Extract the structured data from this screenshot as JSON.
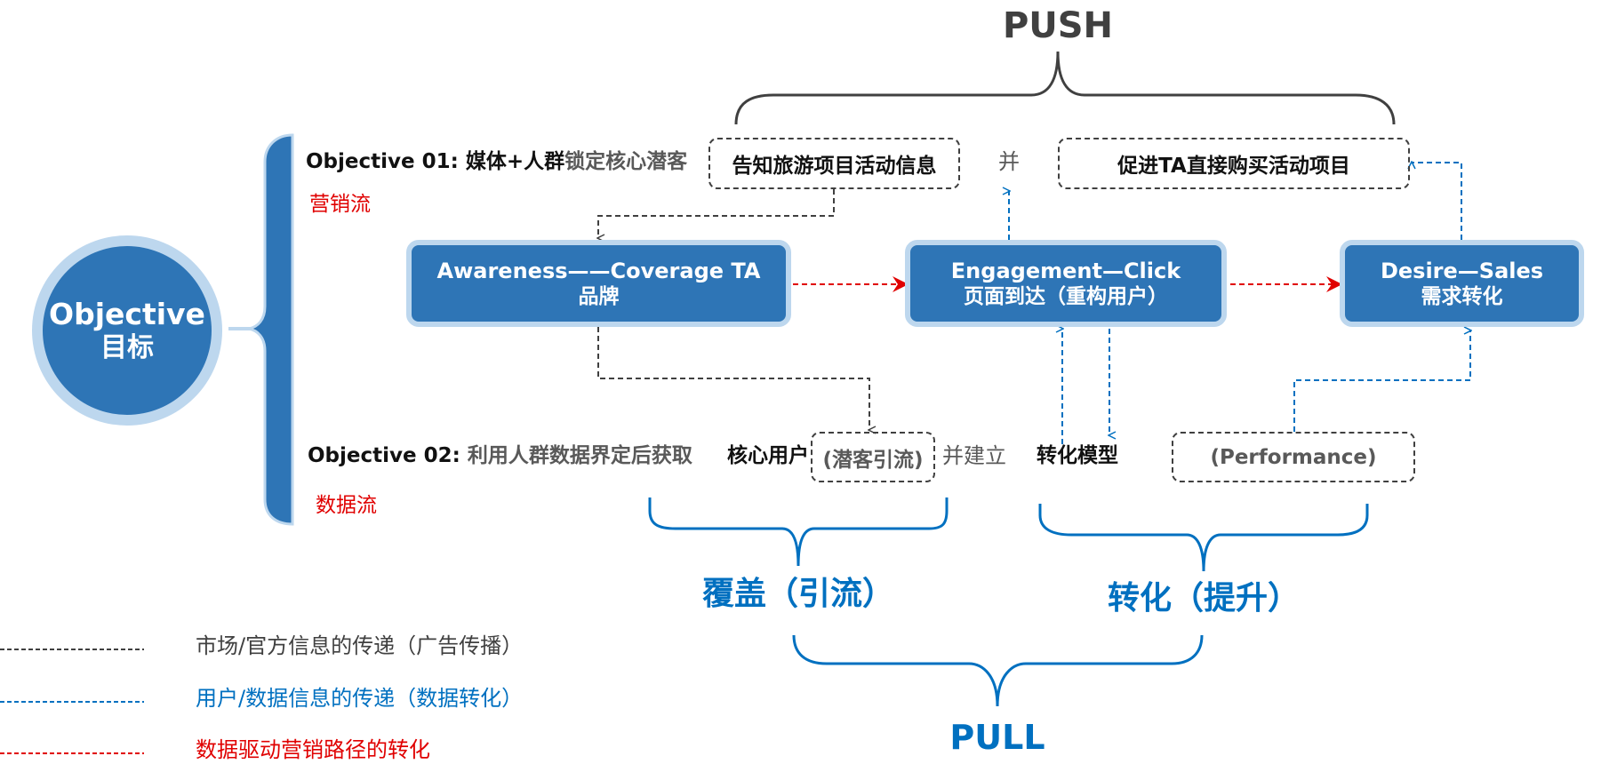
{
  "push_label": "PUSH",
  "pull_label": "PULL",
  "center": {
    "line1": "Objective",
    "line2": "目标"
  },
  "objective01": {
    "prefix": "Objective 01: ",
    "bold_part": "媒体+人群",
    "gray_part": "锁定核心潜客",
    "flow": "营销流"
  },
  "objective02": {
    "prefix": "Objective 02: ",
    "gray_part": "利用人群数据界定后获取",
    "core_user": "核心用户",
    "middle": "并建立",
    "model": "转化模型",
    "flow": "数据流"
  },
  "top_boxes": {
    "inform": "告知旅游项目活动信息",
    "and": "并",
    "promote": "促进TA直接购买活动项目"
  },
  "stages": [
    {
      "title": "Awareness——Coverage TA",
      "subtitle": "品牌"
    },
    {
      "title": "Engagement—Click",
      "subtitle": "页面到达（重构用户）"
    },
    {
      "title": "Desire—Sales",
      "subtitle": "需求转化"
    }
  ],
  "bottom_boxes": {
    "potential": "(潜客引流)",
    "performance": "(Performance)"
  },
  "groups": {
    "coverage": "覆盖（引流）",
    "conversion": "转化（提升）"
  },
  "legend": [
    {
      "label": "市场/官方信息的传递（广告传播）",
      "color": "#404040"
    },
    {
      "label": "用户/数据信息的传递（数据转化）",
      "color": "#0070c0"
    },
    {
      "label": "数据驱动营销路径的转化",
      "color": "#e00000"
    }
  ],
  "colors": {
    "primary": "#2e75b6",
    "primary_light": "#bdd7ee",
    "accent_blue": "#0070c0",
    "accent_red": "#e00000",
    "dark": "#404040",
    "gray_text": "#595959"
  }
}
